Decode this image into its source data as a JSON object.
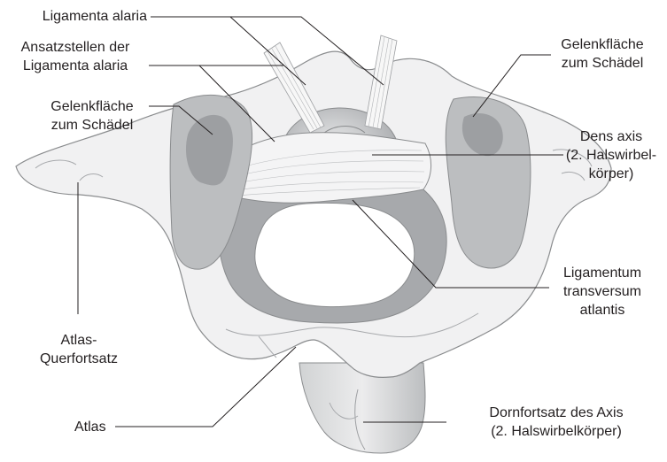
{
  "labels": {
    "ligamenta_alaria": "Ligamenta alaria",
    "ansatzstellen": [
      "Ansatzstellen der",
      "Ligamenta alaria"
    ],
    "gelenkflaeche_left": [
      "Gelenkfläche",
      "zum Schädel"
    ],
    "gelenkflaeche_right": [
      "Gelenkfläche",
      "zum Schädel"
    ],
    "dens_axis": [
      "Dens axis",
      "(2. Halswirbel-",
      "körper)"
    ],
    "ligamentum_transversum": [
      "Ligamentum",
      "transversum",
      "atlantis"
    ],
    "atlas_querfortsatz": [
      "Atlas-",
      "Querfortsatz"
    ],
    "atlas": "Atlas",
    "dornfortsatz": [
      "Dornfortsatz des Axis",
      "(2. Halswirbelkörper)"
    ]
  },
  "colors": {
    "bone_light": "#f1f1f2",
    "bone_mid": "#dfe0e1",
    "bone_dark": "#a7a9ac",
    "outline": "#8a8c8e",
    "leader": "#231f20",
    "text": "#231f20"
  }
}
